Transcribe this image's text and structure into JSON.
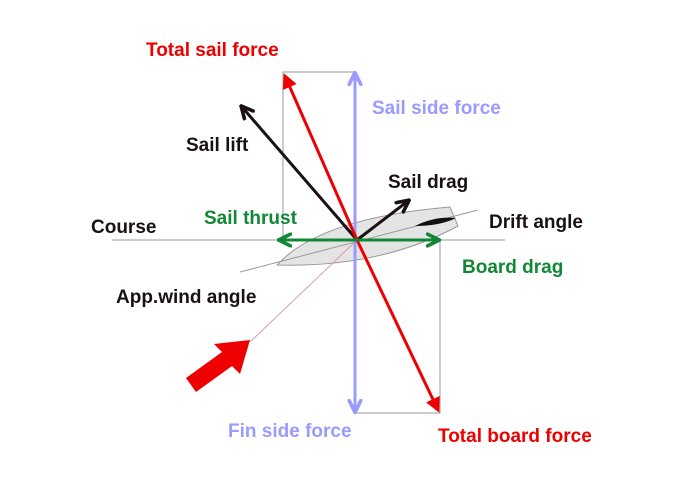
{
  "labels": {
    "total_sail_force": "Total sail force",
    "sail_side_force": "Sail side force",
    "sail_lift": "Sail lift",
    "sail_drag": "Sail drag",
    "sail_thrust": "Sail thrust",
    "course": "Course",
    "drift_angle": "Drift angle",
    "board_drag": "Board drag",
    "app_wind_angle": "App.wind angle",
    "fin_side_force": "Fin side force",
    "total_board_force": "Total board force"
  },
  "colors": {
    "red": "#ee0000",
    "black": "#1a1212",
    "green": "#118833",
    "blue": "#9a9aff",
    "gray": "#999999",
    "hull": "#e4e4e4"
  }
}
